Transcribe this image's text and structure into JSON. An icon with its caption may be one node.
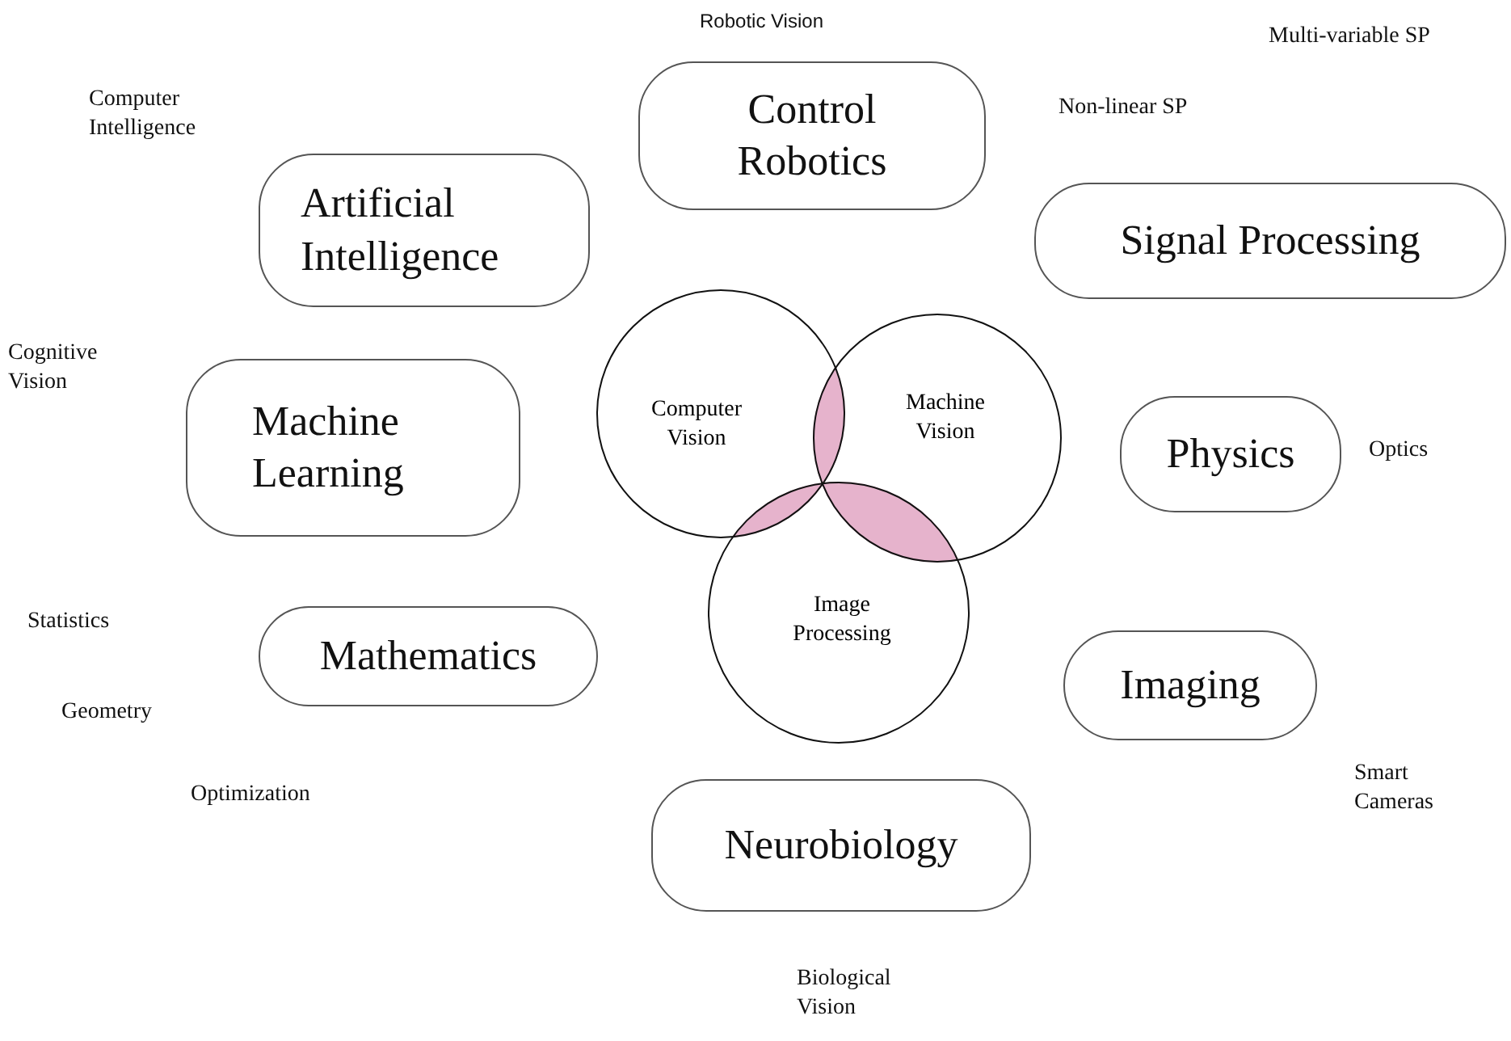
{
  "diagram": {
    "nodes": [
      {
        "text": [
          "Control Robotics"
        ]
      },
      {
        "text": [
          "Artificial Intelligence"
        ]
      },
      {
        "text": [
          "Signal Processing"
        ]
      },
      {
        "text": [
          "Machine Learning"
        ]
      },
      {
        "text": [
          "Computer Vision"
        ]
      },
      {
        "text": [
          "Machine Vision"
        ]
      },
      {
        "text": [
          "Physics"
        ]
      },
      {
        "text": [
          "Image Processing"
        ]
      },
      {
        "text": [
          "Mathematics"
        ]
      },
      {
        "text": [
          "Imaging"
        ]
      },
      {
        "text": [
          "Neurobiology"
        ]
      }
    ],
    "labels": [
      "Robotic Vision",
      "Multi-variable SP",
      "Computer Intelligence",
      "Non-linear SP",
      "Cognitive Vision",
      "Optics",
      "Statistics",
      "Geometry",
      "Optimization",
      "Smart Cameras",
      "Biological Vision"
    ]
  }
}
